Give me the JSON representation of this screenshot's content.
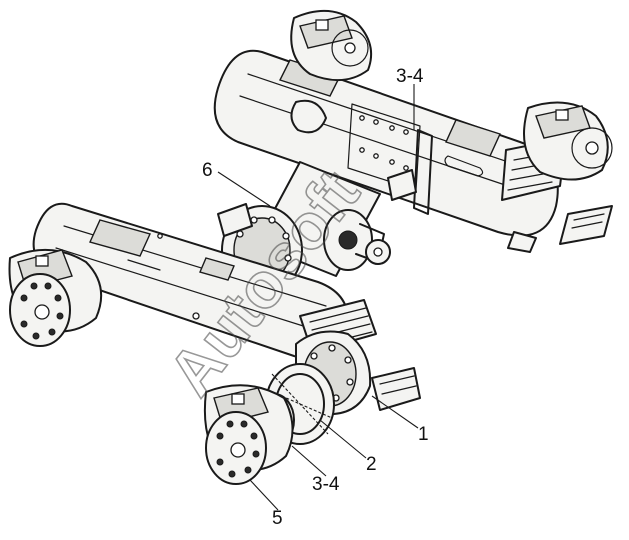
{
  "callouts": {
    "c1": "1",
    "c2": "2",
    "c34_bottom": "3-4",
    "c34_top": "3-4",
    "c5": "5",
    "c6": "6"
  },
  "watermark": "Autosoft"
}
